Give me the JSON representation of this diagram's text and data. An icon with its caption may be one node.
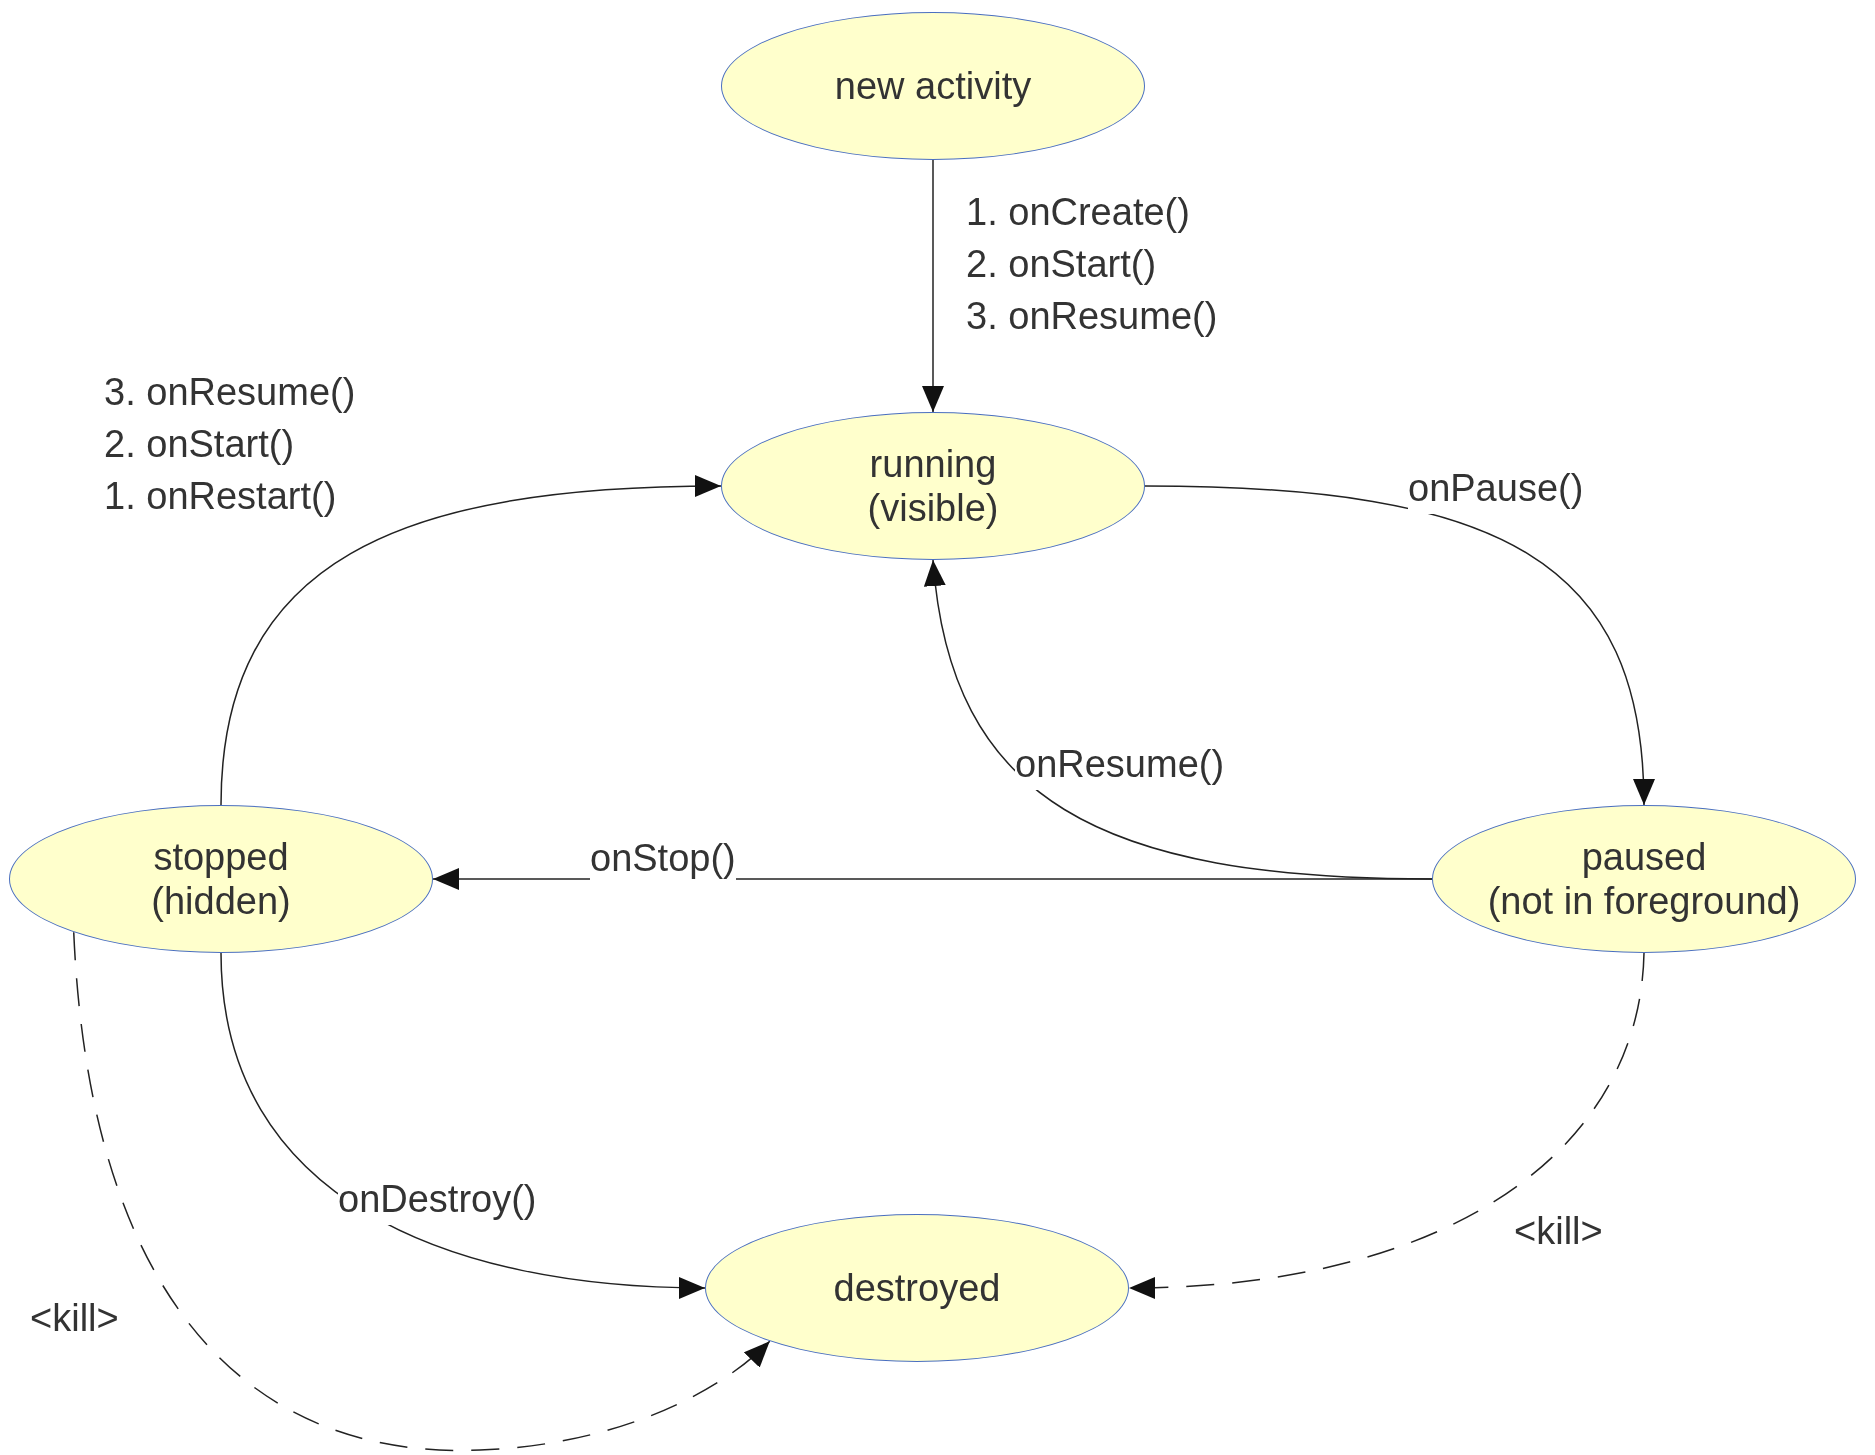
{
  "diagram": {
    "nodes": [
      {
        "text": [
          "new activity"
        ]
      },
      {
        "text": [
          "running",
          "(visible)"
        ]
      },
      {
        "text": [
          "paused",
          "(not in foreground)"
        ]
      },
      {
        "text": [
          "stopped",
          "(hidden)"
        ]
      },
      {
        "text": [
          "destroyed"
        ]
      }
    ],
    "edges": [
      {
        "from": 0,
        "to": 1,
        "arrow": "to",
        "label": "1. onCreate() 2. onStart() 3. onResume()"
      },
      {
        "from": 1,
        "to": 2,
        "arrow": "to",
        "label": "onPause()"
      },
      {
        "from": 2,
        "to": 1,
        "arrow": "to",
        "label": "onResume()"
      },
      {
        "from": 2,
        "to": 3,
        "arrow": "to",
        "label": "onStop()"
      },
      {
        "from": 3,
        "to": 1,
        "arrow": "to",
        "label": "3. onResume() 2. onStart() 1. onRestart()"
      },
      {
        "from": 3,
        "to": 4,
        "arrow": "to",
        "label": "onDestroy()"
      },
      {
        "from": 3,
        "to": 4,
        "arrow": "to",
        "label": "<kill>",
        "style": "dashed"
      },
      {
        "from": 2,
        "to": 4,
        "arrow": "to",
        "label": "<kill>",
        "style": "dashed"
      }
    ]
  }
}
